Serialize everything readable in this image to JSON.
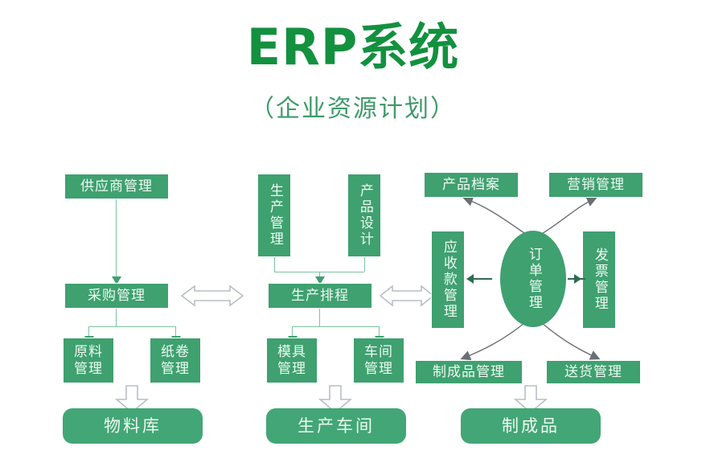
{
  "header": {
    "title": "ERP系统",
    "subtitle": "（企业资源计划）",
    "title_color": "#12913f",
    "subtitle_color": "#3f9a6b"
  },
  "theme": {
    "box_fill": "#3fa070",
    "box_fill_light": "#43a676",
    "box_text": "#eefaf2",
    "connector": "#7cc3a1",
    "hollow_arrow_stroke": "#b9bec4",
    "curve_stroke": "#6b6f74",
    "background": "#ffffff"
  },
  "columns": {
    "procurement": {
      "name": "采购流程",
      "top": {
        "label": "供应商管理"
      },
      "hub": {
        "label": "采购管理"
      },
      "children": [
        {
          "label": "原料\n管理"
        },
        {
          "label": "纸卷\n管理"
        }
      ],
      "output": {
        "label": "物料库"
      }
    },
    "production": {
      "name": "生产流程",
      "top": [
        {
          "label": "生产管理"
        },
        {
          "label": "产品设计"
        }
      ],
      "hub": {
        "label": "生产排程"
      },
      "children": [
        {
          "label": "模具\n管理"
        },
        {
          "label": "车间\n管理"
        }
      ],
      "output": {
        "label": "生产车间"
      }
    },
    "sales": {
      "name": "订单流程",
      "top": [
        {
          "label": "产品档案"
        },
        {
          "label": "营销管理"
        }
      ],
      "left": {
        "label": "应收款管理"
      },
      "center": {
        "label": "订单管理"
      },
      "right": {
        "label": "发票管理"
      },
      "bottom": [
        {
          "label": "制成品管理"
        },
        {
          "label": "送货管理"
        }
      ],
      "output": {
        "label": "制成品"
      }
    }
  },
  "connectors": {
    "double_arrows": [
      {
        "name": "采购管理-生产排程",
        "direction": "both"
      },
      {
        "name": "生产排程-应收款管理",
        "direction": "both"
      }
    ],
    "hollow_down_arrows": [
      {
        "name": "物料库-入口"
      },
      {
        "name": "生产车间-入口"
      },
      {
        "name": "制成品-入口"
      }
    ]
  }
}
